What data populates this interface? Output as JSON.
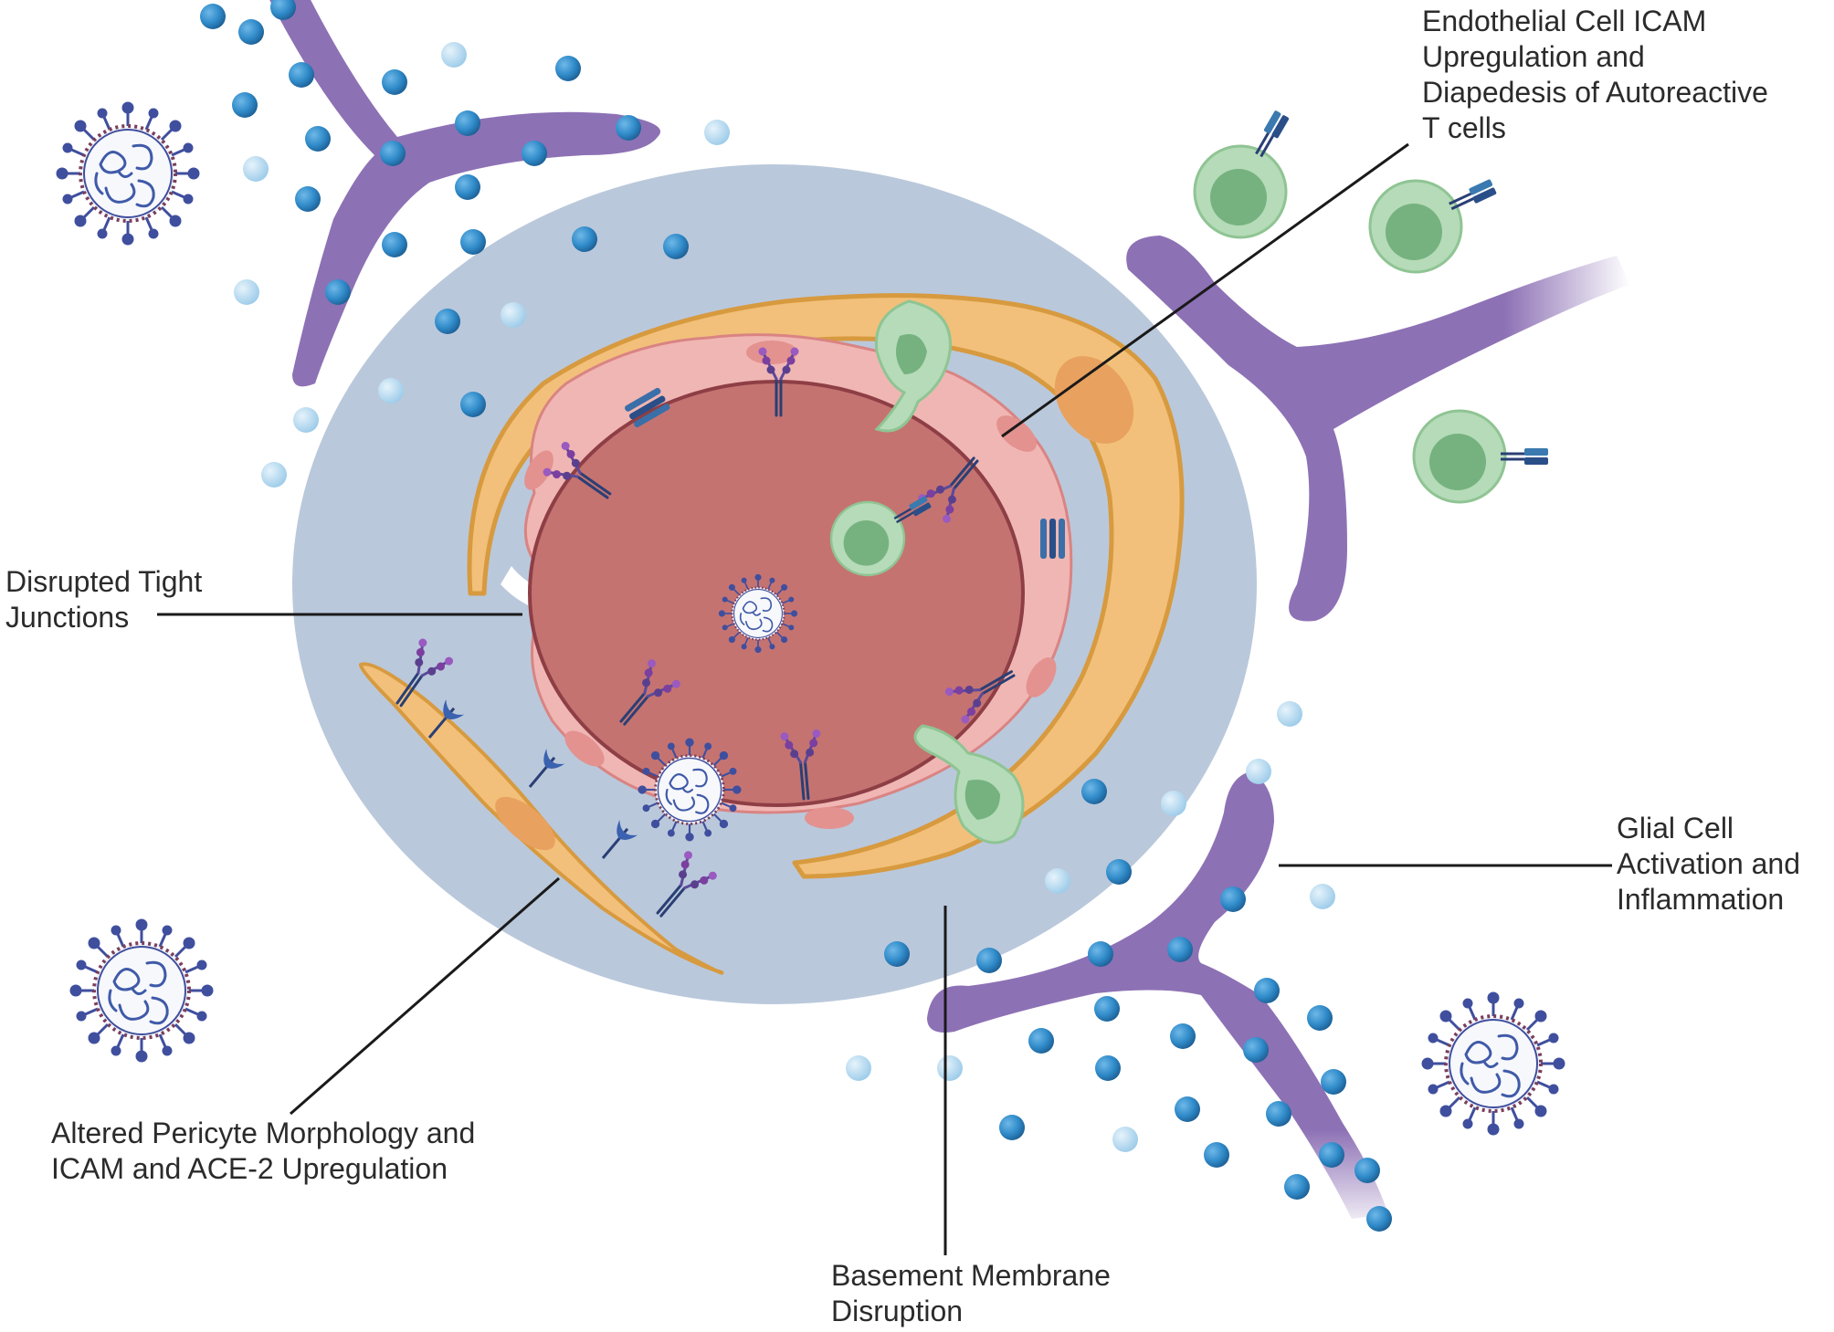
{
  "labels": {
    "endothelial": [
      "Endothelial Cell ICAM",
      "Upregulation and",
      "Diapedesis of Autoreactive",
      "T cells"
    ],
    "tight_junctions": [
      "Disrupted Tight",
      "Junctions"
    ],
    "glial": [
      "Glial Cell",
      "Activation and",
      "Inflammation"
    ],
    "pericyte": [
      "Altered Pericyte Morphology and",
      "ICAM and ACE-2 Upregulation"
    ],
    "basement": [
      "Basement Membrane",
      "Disruption"
    ]
  },
  "colors": {
    "basement_membrane": "#bac8db",
    "vessel_lumen": "#c57371",
    "endothelium": "#f0b6b4",
    "astrocyte_endfoot": "#f2c07a",
    "glial_cell": "#8d71b5",
    "t_cell": "#a9d4ad",
    "cytokine": "#2f8ac8",
    "virus": "#3f4f9e"
  }
}
